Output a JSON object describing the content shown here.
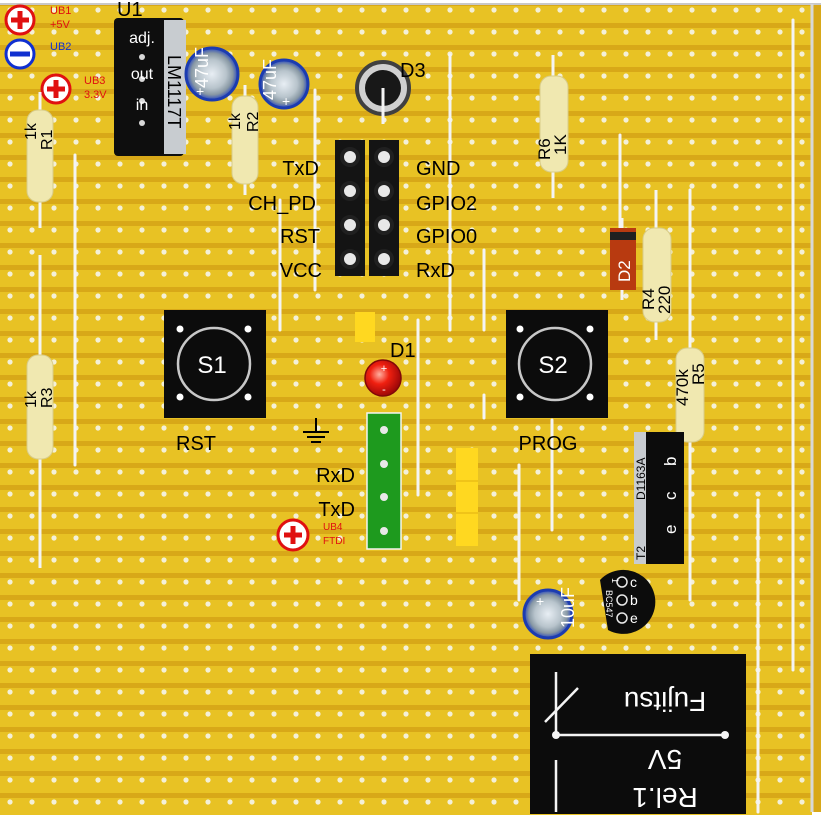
{
  "colors": {
    "board": "#d8a818",
    "strip": "#e8c224",
    "hole": "#f4f0d8",
    "resistor": "#f0e8b0",
    "wire": "#f4f4f4",
    "button": "#0c0c0c",
    "header": "#1e9a1e",
    "power_red": "#e01010",
    "power_blue": "#1030d0",
    "label": "#000000"
  },
  "supply": {
    "ub1": "UB1",
    "ub1_v": "+5V",
    "ub2": "UB2",
    "ub3": "UB3",
    "ub3_v": "3.3V",
    "ub4": "UB4",
    "ub4_v": "FTDI"
  },
  "regulator": {
    "ref": "U1",
    "part": "LM1117T",
    "pins": [
      "adj.",
      "out",
      "in"
    ]
  },
  "caps": {
    "c1": "47uF",
    "c2": "47uF",
    "c3": "10uF"
  },
  "resistors": {
    "r1": "R1",
    "r1_v": "1k",
    "r2": "R2",
    "r2_v": "1k",
    "r3": "R3",
    "r3_v": "1k",
    "r4": "R4",
    "r4_v": "220",
    "r5": "R5",
    "r5_v": "470k",
    "r6": "R6",
    "r6_v": "1K"
  },
  "diodes": {
    "d1": "D1",
    "d2": "D2",
    "d3": "D3"
  },
  "esp_pins": {
    "left": [
      "TxD",
      "CH_PD",
      "RST",
      "VCC"
    ],
    "right": [
      "GND",
      "GPIO2",
      "GPIO0",
      "RxD"
    ]
  },
  "buttons": {
    "s1": "S1",
    "s1_label": "RST",
    "s2": "S2",
    "s2_label": "PROG"
  },
  "ftdi": {
    "rx": "RxD",
    "tx": "TxD"
  },
  "transistor": {
    "ref": "T2",
    "part": "D1163A",
    "pins": [
      "e",
      "c",
      "b"
    ],
    "small_part": "BC547",
    "small_pins": [
      "c",
      "b",
      "e"
    ],
    "small_pin1": "1"
  },
  "relay": {
    "brand": "Fujitsu",
    "volt": "5V",
    "ref": "Rel.1"
  }
}
